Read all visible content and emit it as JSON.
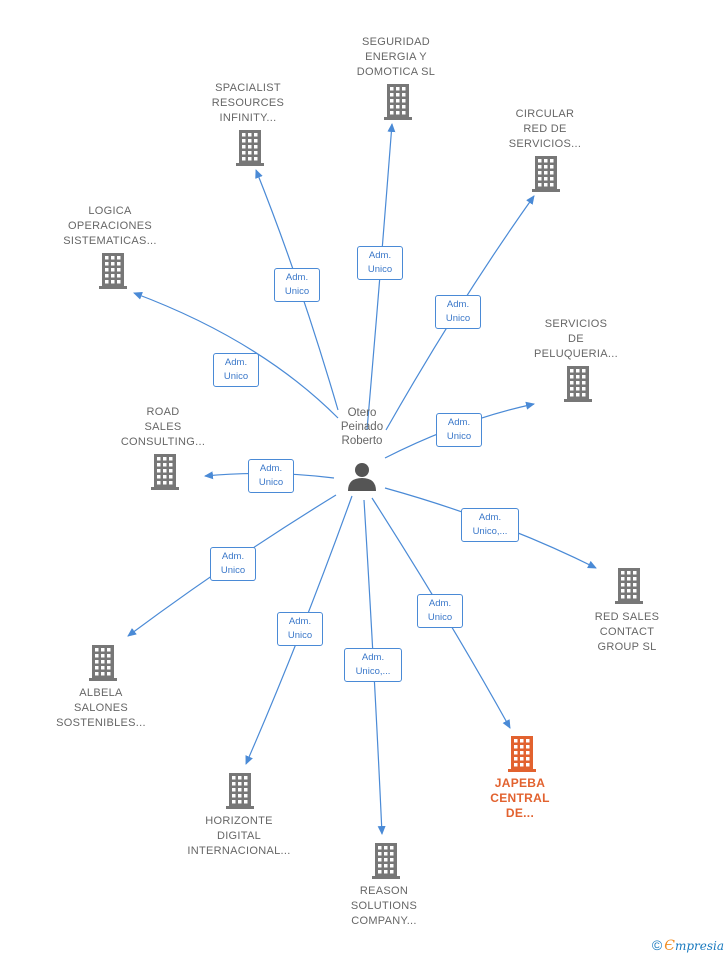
{
  "center": {
    "name": "Otero\nPeinado\nRoberto"
  },
  "colors": {
    "edge": "#4a8ad6",
    "building": "#777777",
    "highlight": "#e2622f"
  },
  "companies": [
    {
      "id": "seguridad",
      "label": "SEGURIDAD\nENERGIA Y\nDOMOTICA  SL",
      "role": "Adm.\nUnico",
      "highlight": false
    },
    {
      "id": "spacialist",
      "label": "SPACIALIST\nRESOURCES\nINFINITY...",
      "role": "Adm.\nUnico",
      "highlight": false
    },
    {
      "id": "circular",
      "label": "CIRCULAR\nRED DE\nSERVICIOS...",
      "role": "Adm.\nUnico",
      "highlight": false
    },
    {
      "id": "logica",
      "label": "LOGICA\nOPERACIONES\nSISTEMATICAS...",
      "role": "Adm.\nUnico",
      "highlight": false
    },
    {
      "id": "servicios",
      "label": "SERVICIOS\nDE\nPELUQUERIA...",
      "role": "Adm.\nUnico",
      "highlight": false
    },
    {
      "id": "road",
      "label": "ROAD\nSALES\nCONSULTING...",
      "role": "Adm.\nUnico",
      "highlight": false
    },
    {
      "id": "redsales",
      "label": "RED SALES\nCONTACT\nGROUP  SL",
      "role": "Adm.\nUnico,...",
      "highlight": false
    },
    {
      "id": "albela",
      "label": "ALBELA\nSALONES\nSOSTENIBLES...",
      "role": "Adm.\nUnico",
      "highlight": false
    },
    {
      "id": "japeba",
      "label": "JAPEBA\nCENTRAL\nDE...",
      "role": "Adm.\nUnico",
      "highlight": true
    },
    {
      "id": "horizonte",
      "label": "HORIZONTE\nDIGITAL\nINTERNACIONAL...",
      "role": "Adm.\nUnico",
      "highlight": false
    },
    {
      "id": "reason",
      "label": "REASON\nSOLUTIONS\nCOMPANY...",
      "role": "Adm.\nUnico,...",
      "highlight": false
    }
  ],
  "brand": {
    "copyright": "©",
    "first": "Є",
    "rest": "mpresia"
  }
}
